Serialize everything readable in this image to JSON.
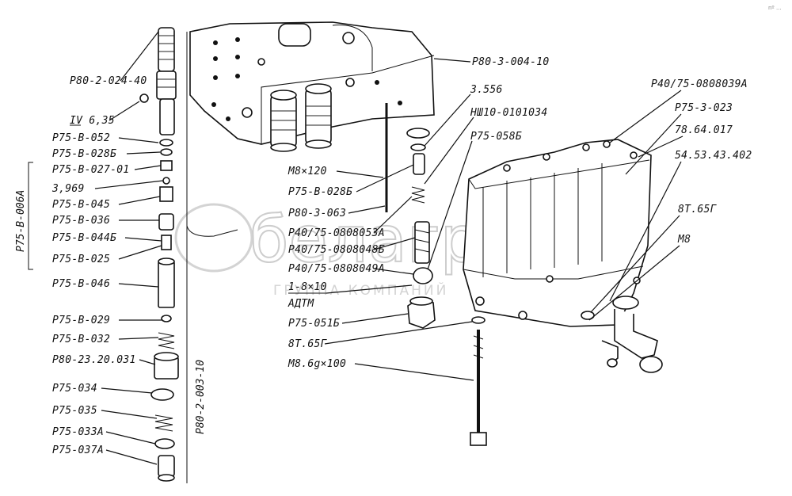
{
  "watermark": {
    "logo_text": "белагро",
    "subtitle": "ГРУППА КОМПАНИЙ"
  },
  "corner_mark": "nº ...",
  "group_label": "Р75-В-006А",
  "axis_label": "Р80-2-003-10",
  "labels_left": [
    "Р80-2-024-40",
    "IV 6,35",
    "Р75-В-052",
    "Р75-В-028Б",
    "Р75-В-027-01",
    "3,969",
    "Р75-В-045",
    "Р75-В-036",
    "Р75-В-044Б",
    "Р75-В-025",
    "Р75-В-046",
    "Р75-В-029",
    "Р75-В-032",
    "Р80-23.20.031",
    "Р75-034",
    "Р75-035",
    "Р75-033А",
    "Р75-037А"
  ],
  "labels_center": [
    "М8×120",
    "Р75-В-028Б",
    "Р80-3-063",
    "Р40/75-0808053А",
    "Р40/75-0808048Б",
    "Р40/75-0808049А",
    "1-8×10",
    "АДТМ",
    "Р75-051Б",
    "8Т.65Г",
    "М8.6g×100"
  ],
  "labels_top": [
    "Р80-3-004-10",
    "3.556",
    "НШ10-0101034",
    "Р75-058Б"
  ],
  "labels_right": [
    "Р40/75-0808039А",
    "Р75-3-023",
    "78.64.017",
    "54.53.43.402",
    "8Т.65Г",
    "М8"
  ]
}
